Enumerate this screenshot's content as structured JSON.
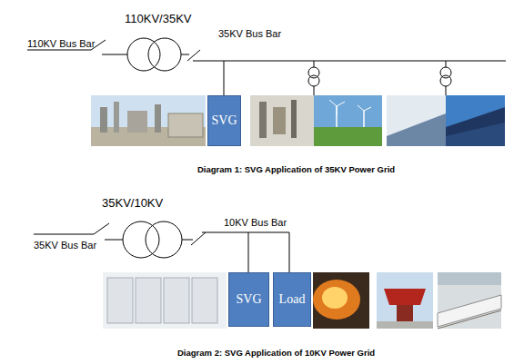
{
  "diagram": {
    "nodes": [
      {
        "text": [
          "SVG"
        ]
      },
      {
        "text": [
          "SVG"
        ]
      },
      {
        "text": [
          "Load"
        ]
      }
    ],
    "labels": [
      "110KV/35KV",
      "110KV Bus Bar",
      "35KV Bus Bar",
      "Diagram 1: SVG Application of 35KV Power Grid",
      "35KV/10KV",
      "35KV Bus Bar",
      "10KV Bus Bar",
      "Diagram 2: SVG Application of 10KV Power Grid"
    ]
  }
}
